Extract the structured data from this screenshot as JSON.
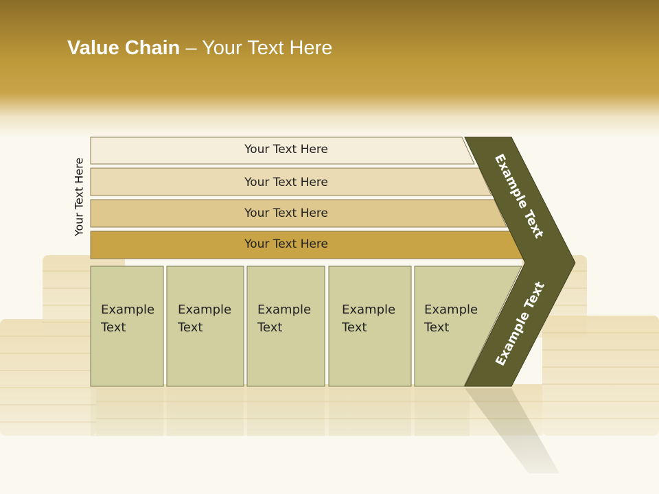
{
  "slide": {
    "title_bold": "Value Chain",
    "title_rest": " – Your Text Here",
    "side_label": "Your Text Here"
  },
  "bands": [
    {
      "label": "Your Text Here",
      "color": "#f5eedb"
    },
    {
      "label": "Your Text Here",
      "color": "#eadbb4"
    },
    {
      "label": "Your Text Here",
      "color": "#dfc88e"
    },
    {
      "label": "Your Text Here",
      "color": "#c9a446"
    }
  ],
  "boxes": [
    {
      "line1": "Example",
      "line2": "Text"
    },
    {
      "line1": "Example",
      "line2": "Text"
    },
    {
      "line1": "Example",
      "line2": "Text"
    },
    {
      "line1": "Example",
      "line2": "Text"
    },
    {
      "line1": "Example",
      "line2": "Text"
    }
  ],
  "chevron": {
    "upper_label": "Example Text",
    "lower_label": "Example Text",
    "color": "#5e5e2e"
  },
  "colors": {
    "header_gold": "#bf9a3a",
    "box_fill": "#d0cfa0",
    "background": "#fbf8ef"
  }
}
